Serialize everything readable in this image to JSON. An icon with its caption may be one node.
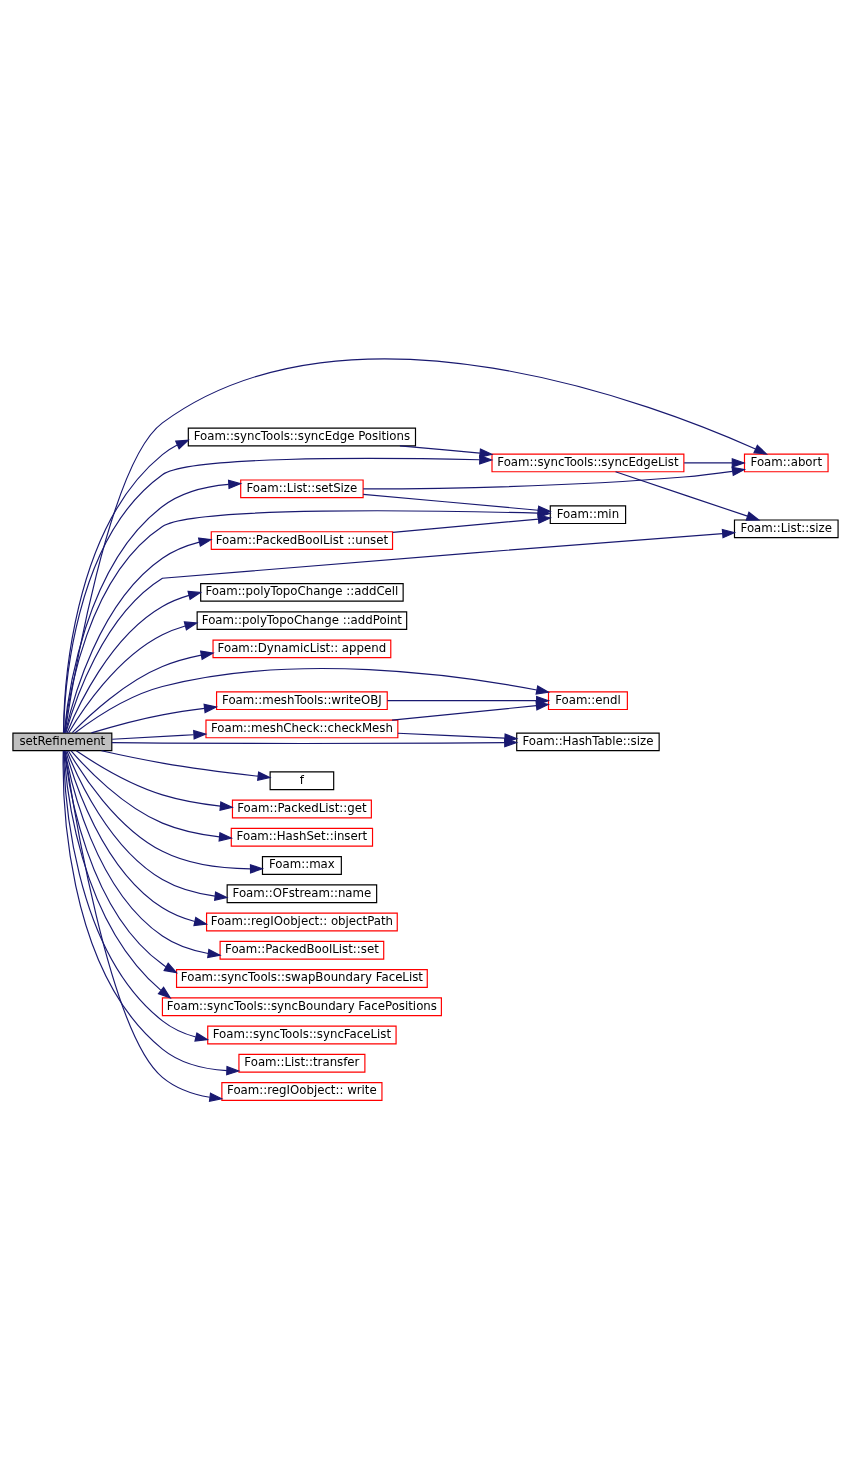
{
  "diagram": {
    "nodes": [
      {
        "text": [
          "setRefinement"
        ]
      },
      {
        "text": [
          "Foam::syncTools::syncEdge Positions"
        ]
      },
      {
        "text": [
          "Foam::syncTools::syncEdgeList"
        ]
      },
      {
        "text": [
          "Foam::abort"
        ]
      },
      {
        "text": [
          "Foam::List::setSize"
        ]
      },
      {
        "text": [
          "Foam::min"
        ]
      },
      {
        "text": [
          "Foam::PackedBoolList ::unset"
        ]
      },
      {
        "text": [
          "Foam::List::size"
        ]
      },
      {
        "text": [
          "Foam::polyTopoChange ::addCell"
        ]
      },
      {
        "text": [
          "Foam::polyTopoChange ::addPoint"
        ]
      },
      {
        "text": [
          "Foam::DynamicList:: append"
        ]
      },
      {
        "text": [
          "Foam::meshTools::writeOBJ"
        ]
      },
      {
        "text": [
          "Foam::endl"
        ]
      },
      {
        "text": [
          "Foam::meshCheck::checkMesh"
        ]
      },
      {
        "text": [
          "Foam::HashTable::size"
        ]
      },
      {
        "text": [
          "f"
        ]
      },
      {
        "text": [
          "Foam::PackedList::get"
        ]
      },
      {
        "text": [
          "Foam::HashSet::insert"
        ]
      },
      {
        "text": [
          "Foam::max"
        ]
      },
      {
        "text": [
          "Foam::OFstream::name"
        ]
      },
      {
        "text": [
          "Foam::regIOobject:: objectPath"
        ]
      },
      {
        "text": [
          "Foam::PackedBoolList::set"
        ]
      },
      {
        "text": [
          "Foam::syncTools::swapBoundary FaceList"
        ]
      },
      {
        "text": [
          "Foam::syncTools::syncBoundary FacePositions"
        ]
      },
      {
        "text": [
          "Foam::syncTools::syncFaceList"
        ]
      },
      {
        "text": [
          "Foam::List::transfer"
        ]
      },
      {
        "text": [
          "Foam::regIOobject:: write"
        ]
      }
    ],
    "edges": [
      {
        "from": 0,
        "to": 3,
        "arrow": "to"
      },
      {
        "from": 0,
        "to": 2,
        "arrow": "to"
      },
      {
        "from": 0,
        "to": 1,
        "arrow": "to"
      },
      {
        "from": 0,
        "to": 4,
        "arrow": "to"
      },
      {
        "from": 0,
        "to": 5,
        "arrow": "to"
      },
      {
        "from": 0,
        "to": 6,
        "arrow": "to"
      },
      {
        "from": 0,
        "to": 7,
        "arrow": "to"
      },
      {
        "from": 0,
        "to": 8,
        "arrow": "to"
      },
      {
        "from": 0,
        "to": 9,
        "arrow": "to"
      },
      {
        "from": 0,
        "to": 10,
        "arrow": "to"
      },
      {
        "from": 0,
        "to": 12,
        "arrow": "to"
      },
      {
        "from": 0,
        "to": 11,
        "arrow": "to"
      },
      {
        "from": 0,
        "to": 13,
        "arrow": "to"
      },
      {
        "from": 0,
        "to": 14,
        "arrow": "to"
      },
      {
        "from": 0,
        "to": 15,
        "arrow": "to"
      },
      {
        "from": 0,
        "to": 16,
        "arrow": "to"
      },
      {
        "from": 0,
        "to": 17,
        "arrow": "to"
      },
      {
        "from": 0,
        "to": 18,
        "arrow": "to"
      },
      {
        "from": 0,
        "to": 19,
        "arrow": "to"
      },
      {
        "from": 0,
        "to": 20,
        "arrow": "to"
      },
      {
        "from": 0,
        "to": 21,
        "arrow": "to"
      },
      {
        "from": 0,
        "to": 22,
        "arrow": "to"
      },
      {
        "from": 0,
        "to": 23,
        "arrow": "to"
      },
      {
        "from": 0,
        "to": 24,
        "arrow": "to"
      },
      {
        "from": 0,
        "to": 25,
        "arrow": "to"
      },
      {
        "from": 0,
        "to": 26,
        "arrow": "to"
      },
      {
        "from": 1,
        "to": 2,
        "arrow": "to"
      },
      {
        "from": 2,
        "to": 3,
        "arrow": "to"
      },
      {
        "from": 2,
        "to": 7,
        "arrow": "to"
      },
      {
        "from": 4,
        "to": 3,
        "arrow": "to"
      },
      {
        "from": 4,
        "to": 5,
        "arrow": "to"
      },
      {
        "from": 6,
        "to": 5,
        "arrow": "to"
      },
      {
        "from": 11,
        "to": 12,
        "arrow": "to"
      },
      {
        "from": 13,
        "to": 12,
        "arrow": "to"
      },
      {
        "from": 13,
        "to": 14,
        "arrow": "to"
      }
    ]
  }
}
